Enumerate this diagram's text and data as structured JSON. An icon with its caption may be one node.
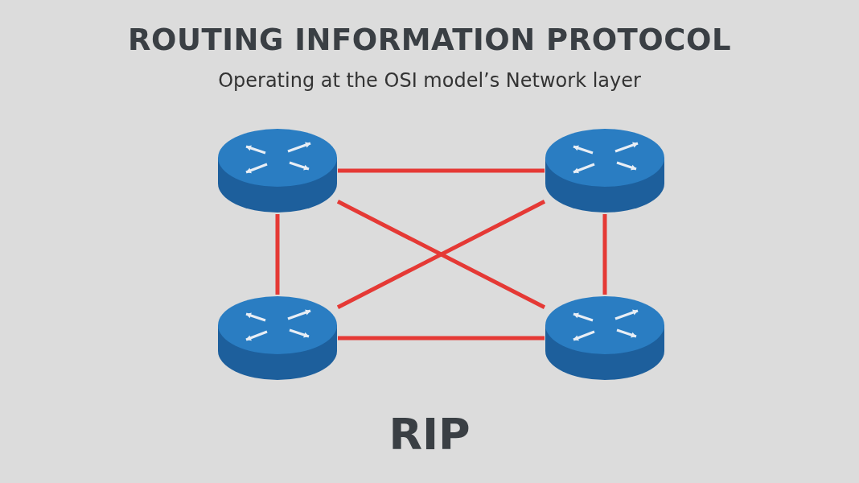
{
  "diagram": {
    "title": "ROUTING INFORMATION PROTOCOL",
    "nodes": [
      {
        "text": [],
        "shape": "cylinder"
      },
      {
        "text": [],
        "shape": "cylinder"
      },
      {
        "text": [],
        "shape": "cylinder"
      },
      {
        "text": [],
        "shape": "cylinder"
      }
    ],
    "edges": [
      {
        "from": 0,
        "to": 1,
        "arrow": "none"
      },
      {
        "from": 0,
        "to": 2,
        "arrow": "none"
      },
      {
        "from": 0,
        "to": 3,
        "arrow": "none"
      },
      {
        "from": 1,
        "to": 2,
        "arrow": "none"
      },
      {
        "from": 1,
        "to": 3,
        "arrow": "none"
      },
      {
        "from": 2,
        "to": 3,
        "arrow": "none"
      }
    ],
    "labels": [
      "Operating at the OSI model’s Network layer",
      "RIP"
    ]
  }
}
